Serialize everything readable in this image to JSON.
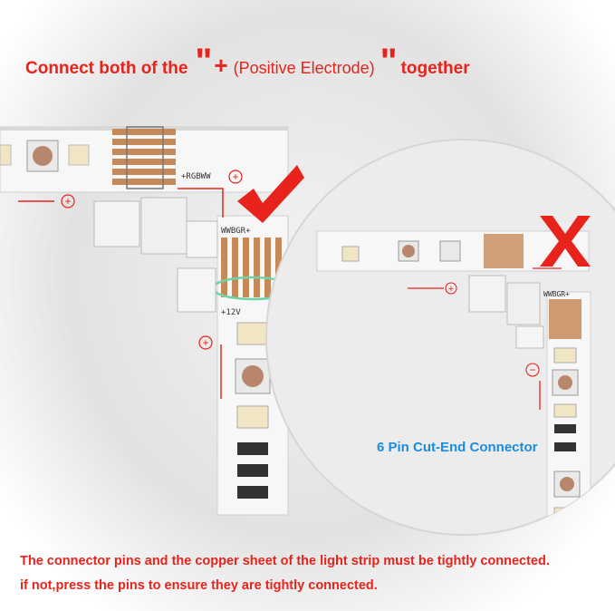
{
  "title": {
    "part1": "Connect both of the",
    "quote_open": "\"",
    "plus": "+",
    "paren": "(Positive Electrode)",
    "quote_close": "\"",
    "part3": "together"
  },
  "left_diagram": {
    "pin_label_top": "+RGBWW",
    "pin_label_mid": "WWBGR+",
    "voltage": "+12V",
    "plus_sign": "+"
  },
  "right_diagram": {
    "pin_label": "WWBGR+",
    "minus_sign": "−",
    "plus_sign": "+",
    "x_mark": "X"
  },
  "connector_label": "6 Pin Cut-End Connector",
  "footer": {
    "line1": "The connector pins and the copper sheet of the light strip must be tightly connected.",
    "line2": "if not,press the pins to ensure they are tightly connected."
  },
  "colors": {
    "accent_red": "#e8231b",
    "connector_blue": "#1b8de0",
    "check_red": "#e8231b",
    "ellipse_green": "#6fd3a8"
  }
}
